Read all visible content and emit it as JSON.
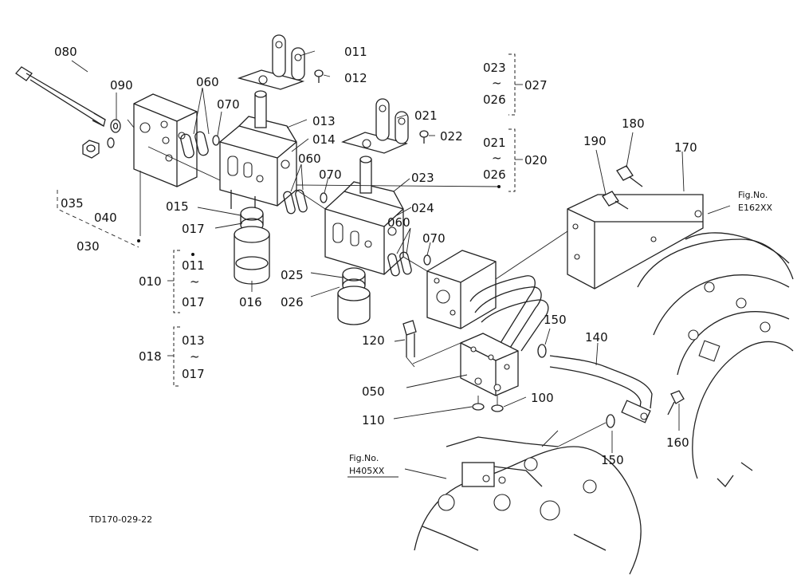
{
  "figure": {
    "code": "TD170-029-22",
    "ref_left": {
      "title": "Fig.No.",
      "number": "H405XX"
    },
    "ref_right": {
      "title": "Fig.No.",
      "number": "E162XX"
    }
  },
  "callouts": {
    "c080": "080",
    "c090": "090",
    "c060a": "060",
    "c070a": "070",
    "c011": "011",
    "c012": "012",
    "c013": "013",
    "c014": "014",
    "c015": "015",
    "c017": "017",
    "c016": "016",
    "c035": "035",
    "c040": "040",
    "c030": "030",
    "c021": "021",
    "c022": "022",
    "c023": "023",
    "c024": "024",
    "c025": "025",
    "c026": "026",
    "c060b": "060",
    "c070b": "070",
    "c060c": "060",
    "c070c": "070",
    "c120": "120",
    "c050": "050",
    "c110": "110",
    "c100": "100",
    "c150a": "150",
    "c140": "140",
    "c150b": "150",
    "c160": "160",
    "c190": "190",
    "c180": "180",
    "c170": "170"
  },
  "groups": {
    "g027": {
      "from": "023",
      "sep": "~",
      "to": "026",
      "label": "027"
    },
    "g020": {
      "from": "021",
      "sep": "~",
      "to": "026",
      "label": "020"
    },
    "g010": {
      "from": "011",
      "sep": "~",
      "to": "017",
      "label": "010"
    },
    "g018": {
      "from": "013",
      "sep": "~",
      "to": "017",
      "label": "018"
    }
  }
}
